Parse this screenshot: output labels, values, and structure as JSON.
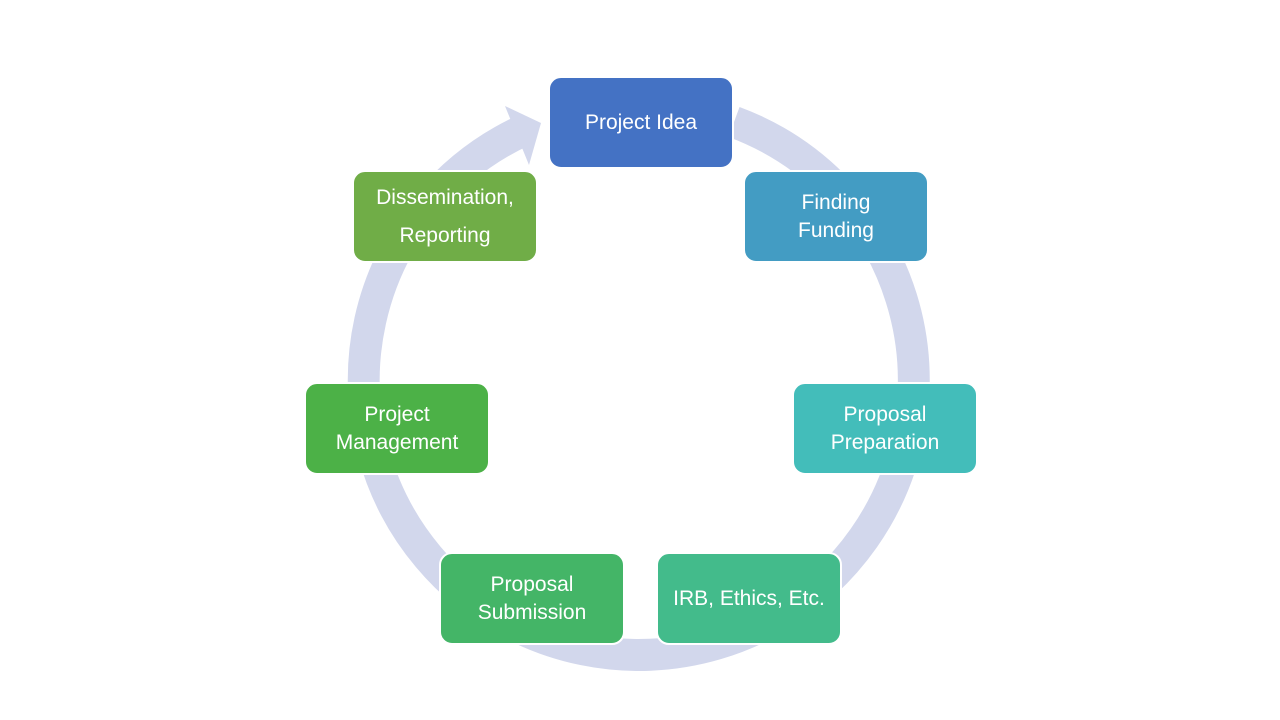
{
  "diagram": {
    "nodes": [
      {
        "line1": "Project Idea",
        "line2": "",
        "color": "#4472C4"
      },
      {
        "line1": "Finding",
        "line2": "Funding",
        "color": "#439CC3"
      },
      {
        "line1": "Proposal",
        "line2": "Preparation",
        "color": "#43BDBA"
      },
      {
        "line1": "IRB, Ethics, Etc.",
        "line2": "",
        "color": "#43BB8B"
      },
      {
        "line1": "Proposal",
        "line2": "Submission",
        "color": "#44B567"
      },
      {
        "line1": "Project",
        "line2": "Management",
        "color": "#4CB147"
      },
      {
        "line1": "Dissemination,",
        "line2": "Reporting",
        "color": "#70AD47"
      }
    ],
    "cycle_color": "#D2D7EC"
  }
}
